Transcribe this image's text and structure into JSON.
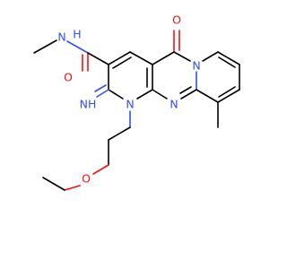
{
  "colors": {
    "nitrogen": "#3050F8",
    "oxygen": "#FF0D0D",
    "carbon": "#000000",
    "background": "#FFFFFF"
  },
  "atoms": {
    "amide_n": "N",
    "amide_h": "H",
    "amide_o": "O",
    "ring_o": "O",
    "imino": "NH",
    "ring_n1": "N",
    "ring_n_bridge": "N",
    "ring_n_pyrido": "N",
    "ether_o": "O"
  }
}
